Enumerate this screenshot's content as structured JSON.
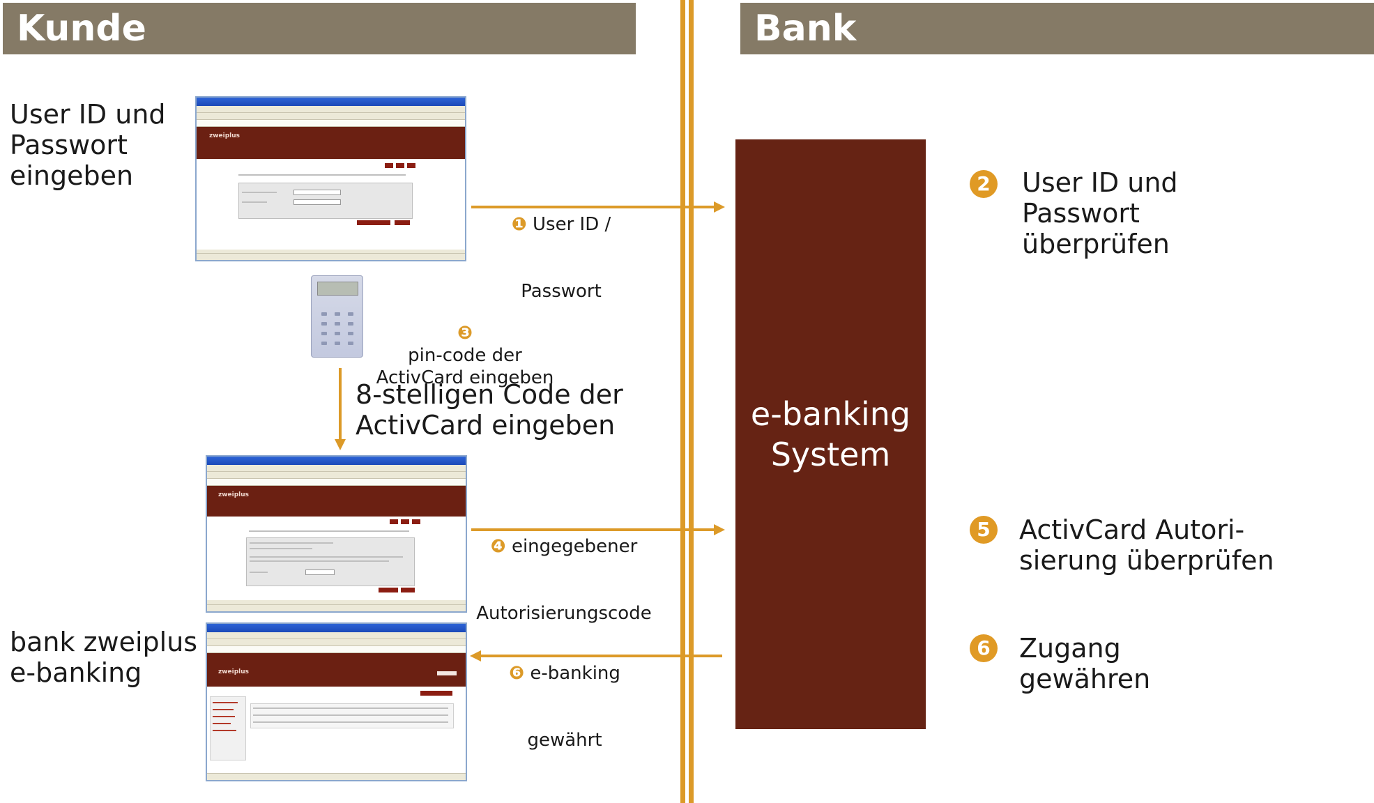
{
  "header": {
    "left": "Kunde",
    "right": "Bank"
  },
  "customer": {
    "step_login": "User ID und\nPasswort\neingeben",
    "step_code": "8-stelligen Code der\nActivCard eingeben",
    "step_result": "bank zweiplus\ne-banking"
  },
  "messages": {
    "m1": {
      "num": "❶",
      "line1": "User ID /",
      "line2": "Passwort"
    },
    "m3": {
      "num": "❸",
      "text": "pin-code der\nActivCard eingeben"
    },
    "m4": {
      "num": "❹",
      "line1": "eingegebener",
      "line2": "Autorisierungscode"
    },
    "m6": {
      "num": "❻",
      "line1": "e-banking",
      "line2": "gewährt"
    }
  },
  "bank": {
    "system_label": "e-banking\nSystem",
    "step2": {
      "num": "2",
      "text": "User ID und\nPasswort\nüberprüfen"
    },
    "step5": {
      "num": "5",
      "text": "ActivCard Autori-\nsierung überprüfen"
    },
    "step6": {
      "num": "6",
      "text": "Zugang\ngewähren"
    }
  },
  "screens": {
    "brand": "zweiplus"
  },
  "colors": {
    "header": "#857a66",
    "accent": "#dc9a28",
    "system": "#662314"
  }
}
